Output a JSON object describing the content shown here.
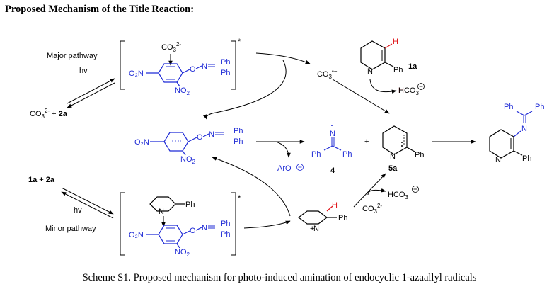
{
  "title": "Proposed Mechanism of the Title Reaction:",
  "caption": "Scheme S1. Proposed mechanism for photo-induced amination of endocyclic 1-azaallyl radicals",
  "labels": {
    "major_pathway": "Major pathway",
    "minor_pathway": "Minor pathway",
    "hv": "hv",
    "carbonate": "CO",
    "carbonate_sub": "3",
    "carbonate_sup": "2-",
    "carbonate_radical_sup": "•−",
    "plus_2a": " + ",
    "reagent_2a": "2a",
    "reagent_1a": "1a",
    "reagents_1a_2a": "1a + 2a",
    "o2n": "O₂N",
    "no2": "NO",
    "no2_sub": "2",
    "ph": "Ph",
    "n": "N",
    "o": "O",
    "h": "H",
    "hco3": "HCO",
    "aro": "ArO",
    "compound_4": "4",
    "compound_5a": "5a",
    "plus": "+",
    "star": "*",
    "minus": "−"
  },
  "colors": {
    "blue": "#1f2bd6",
    "red": "#e0151a",
    "black": "#000000"
  }
}
